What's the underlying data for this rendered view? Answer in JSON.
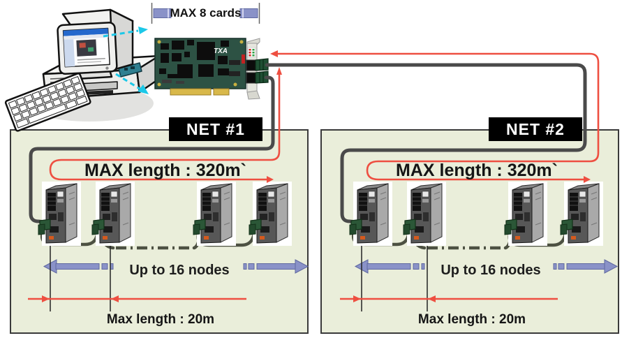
{
  "card": {
    "max_cards_label": "MAX 8 cards",
    "brand": "TXA"
  },
  "networks": [
    {
      "title": "NET #1",
      "ring_length_label": "MAX length : 320m`",
      "nodes_label": "Up to 16 nodes",
      "node_distance_label": "Max length : 20m"
    },
    {
      "title": "NET #2",
      "ring_length_label": "MAX length : 320m`",
      "nodes_label": "Up to 16 nodes",
      "node_distance_label": "Max length : 20m"
    }
  ],
  "colors": {
    "panel_bg": "#eaeeda",
    "panel_border": "#3a3a3a",
    "main_cable_gray": "#4a4a4a",
    "drive_cable_olive": "#4d5142",
    "signal_red": "#ee4f41",
    "node_arrow_blue": "#8a92c8",
    "bracket_bar_blue": "#8a92c8",
    "label_bg": "#000000",
    "label_text": "#ffffff",
    "pcb_green": "#2d5244",
    "pci_gold": "#d8b84a",
    "connector_green": "#1f4f33",
    "cyan_arrow": "#1cc8e8"
  }
}
